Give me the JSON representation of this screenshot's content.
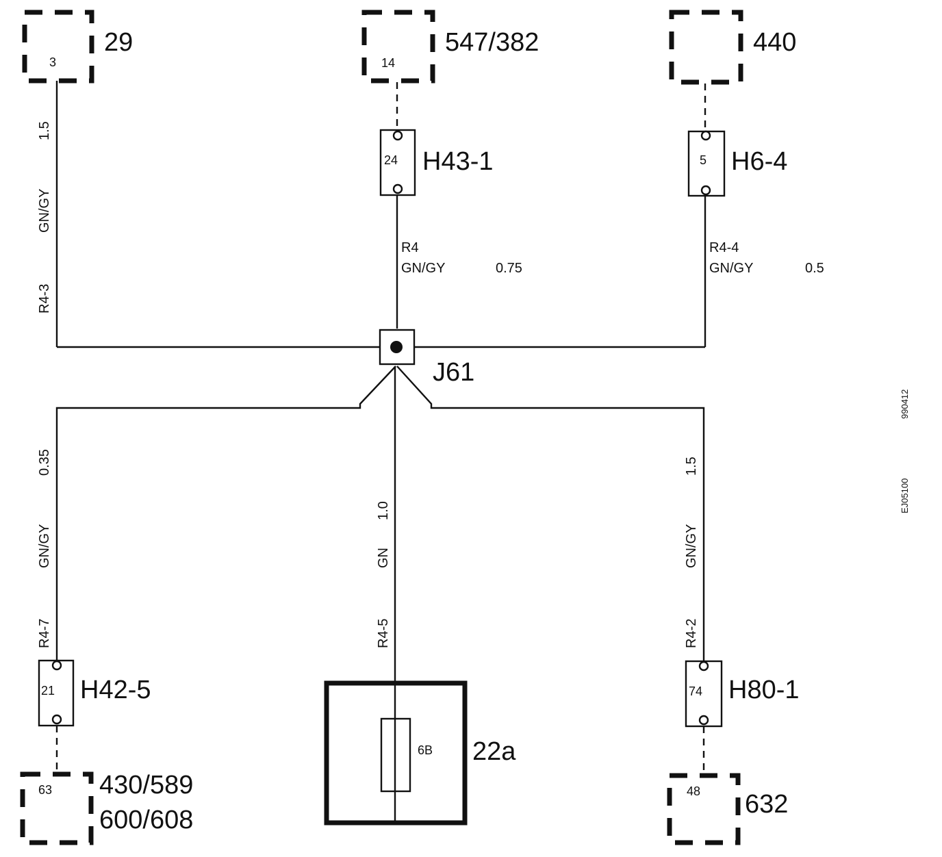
{
  "components": {
    "c29": {
      "id": "29",
      "pin": "3"
    },
    "c547": {
      "id": "547/382",
      "pin": "14"
    },
    "c440": {
      "id": "440"
    },
    "c430": {
      "id_line1": "430/589",
      "id_line2": "600/608",
      "pin": "63"
    },
    "c632": {
      "id": "632",
      "pin": "48"
    },
    "c22a": {
      "id": "22a",
      "element": "6B"
    }
  },
  "connectors": {
    "h43": {
      "id": "H43-1",
      "pin": "24"
    },
    "h6": {
      "id": "H6-4",
      "pin": "5"
    },
    "h42": {
      "id": "H42-5",
      "pin": "21"
    },
    "h80": {
      "id": "H80-1",
      "pin": "74"
    }
  },
  "junction": {
    "id": "J61"
  },
  "wires": {
    "w_r43": {
      "circuit": "R4-3",
      "color": "GN/GY",
      "size": "1.5"
    },
    "w_r4": {
      "circuit": "R4",
      "color": "GN/GY",
      "size": "0.75"
    },
    "w_r44": {
      "circuit": "R4-4",
      "color": "GN/GY",
      "size": "0.5"
    },
    "w_r47": {
      "circuit": "R4-7",
      "color": "GN/GY",
      "size": "0.35"
    },
    "w_r45": {
      "circuit": "R4-5",
      "color": "GN",
      "size": "1.0"
    },
    "w_r42": {
      "circuit": "R4-2",
      "color": "GN/GY",
      "size": "1.5"
    }
  },
  "side_codes": {
    "code1": "990412",
    "code2": "EJ05100"
  }
}
